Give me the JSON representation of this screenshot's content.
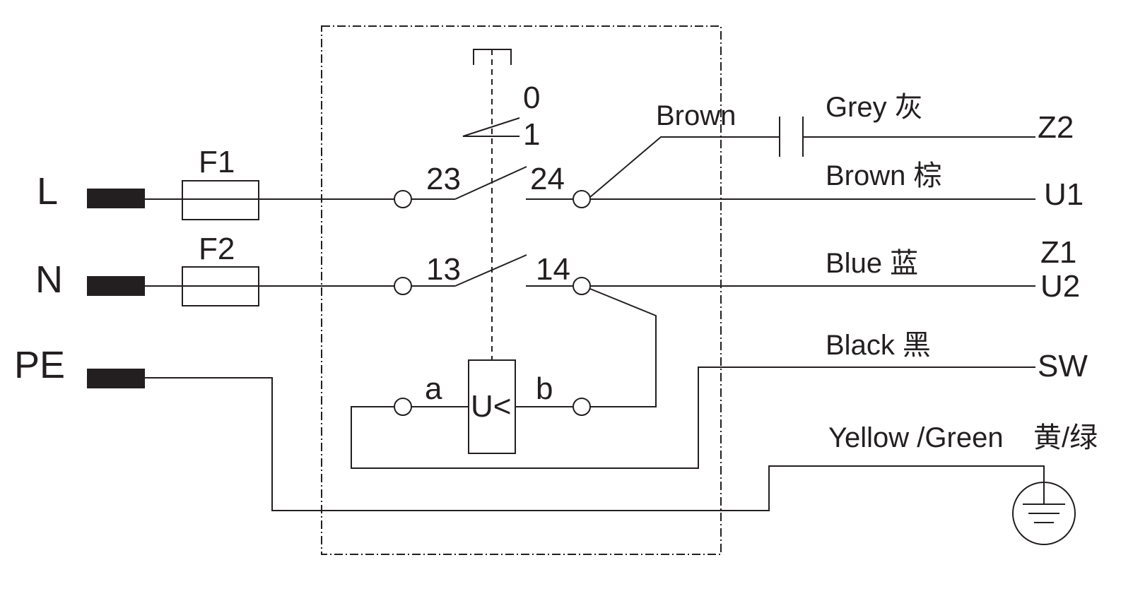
{
  "lines": {
    "l": "L",
    "n": "N",
    "pe": "PE"
  },
  "fuses": {
    "f1": "F1",
    "f2": "F2"
  },
  "switch": {
    "pos0": "0",
    "pos1": "1",
    "t23": "23",
    "t24": "24",
    "t13": "13",
    "t14": "14"
  },
  "release": {
    "label": "U<",
    "a": "a",
    "b": "b"
  },
  "wires": {
    "brown_top": "Brown",
    "grey": "Grey  灰",
    "brown": "Brown  棕",
    "blue": "Blue  蓝",
    "black": "Black  黑",
    "yellow_green": "Yellow /Green",
    "yellow_green_cn": "黄/绿"
  },
  "terminals": {
    "z2": "Z2",
    "u1": "U1",
    "z1": "Z1",
    "u2": "U2",
    "sw": "SW"
  },
  "colors": {
    "ink": "#231f20",
    "background": "#ffffff"
  }
}
